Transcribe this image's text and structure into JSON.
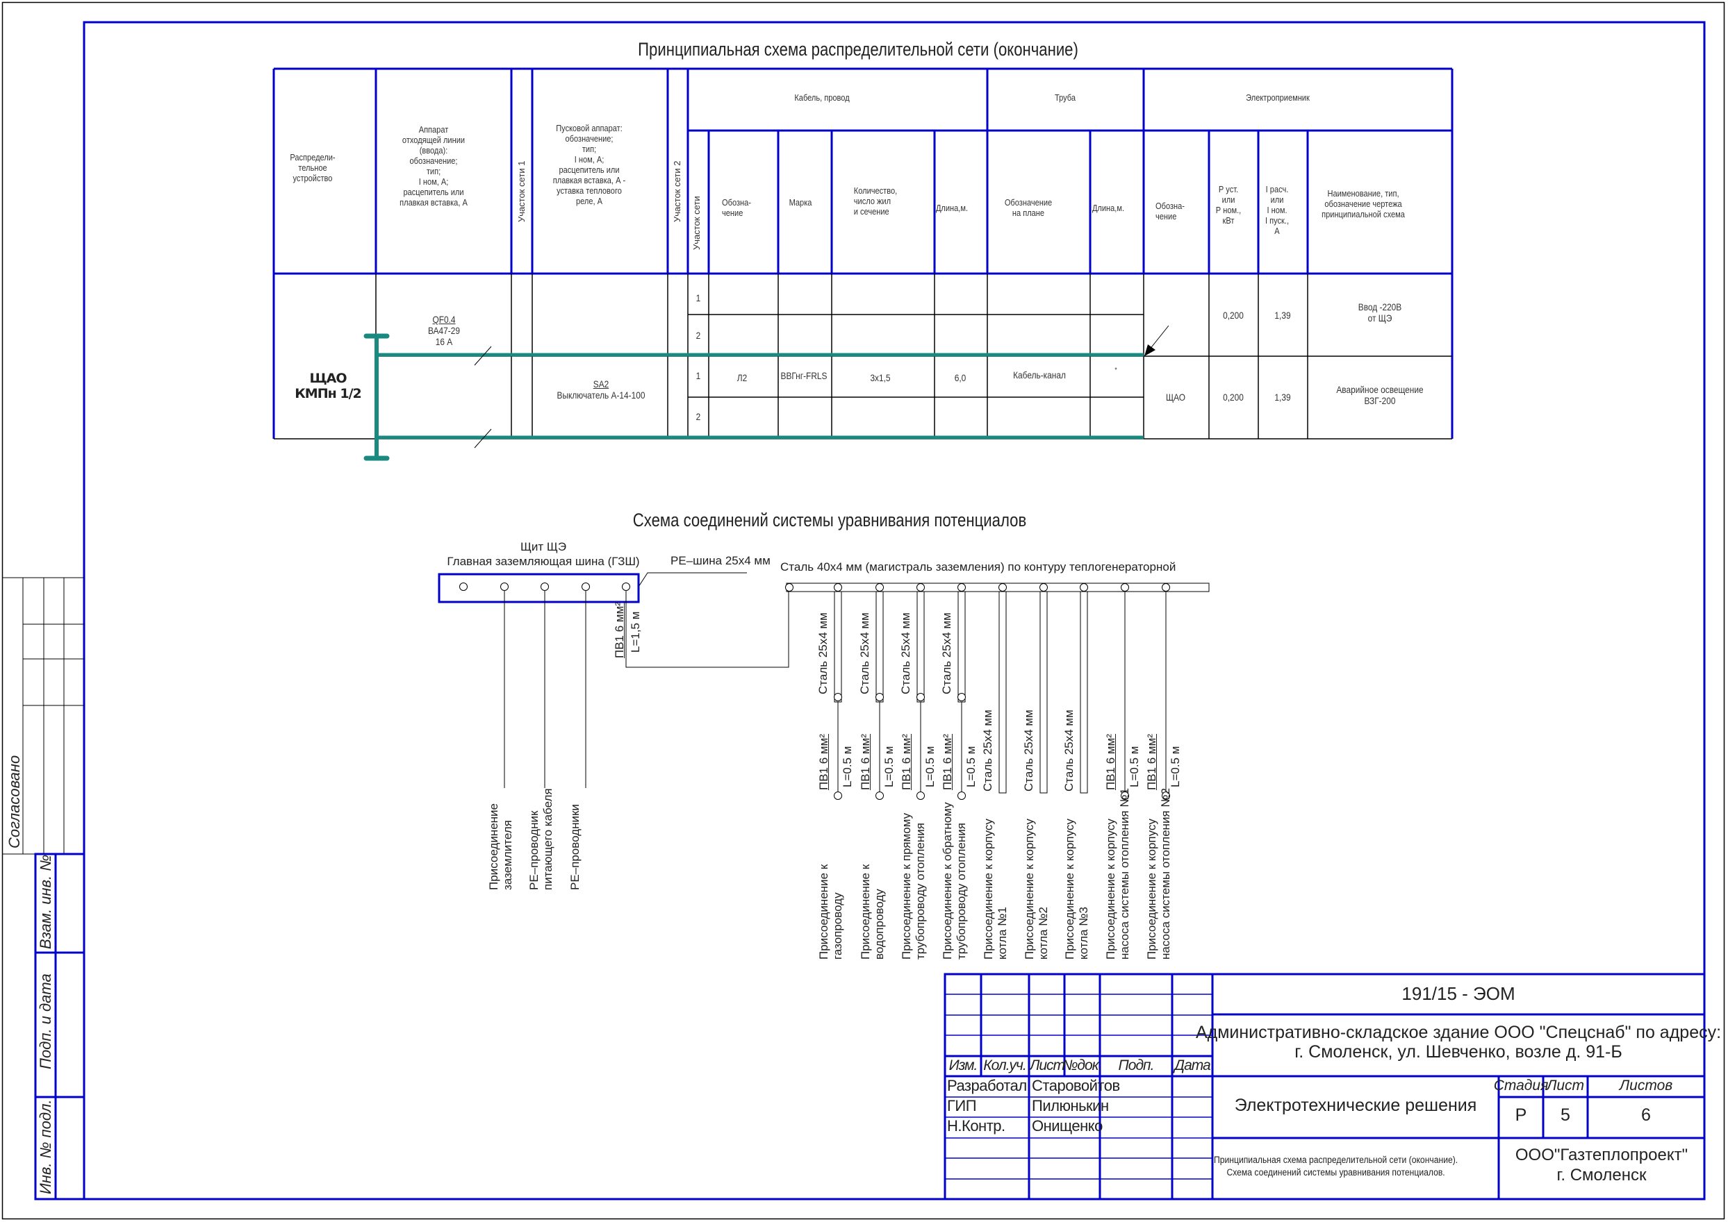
{
  "colors": {
    "frame": "#0000c8",
    "bus": "#1a8a80",
    "line": "#000000",
    "text": "#222222"
  },
  "table": {
    "title": "Принципиальная схема распределительной сети (окончание)",
    "headers": {
      "distribution_device": "Распредели-\nтельное\nустройство",
      "outgoing_apparatus": "Аппарат\nотходящей линии\n(ввода):\nобозначение;\nтип;\nI ном, А;\nрасцепитель или\nплавкая вставка, А",
      "net_section_1": "Участок сети 1",
      "starting_apparatus": "Пусковой аппарат:\nобозначение;\nтип;\nI ном, А;\nрасцепитель или\nплавкая вставка, А -\nуставка теплового\nреле, А",
      "net_section_2": "Участок сети 2",
      "cable_group": "Кабель, провод",
      "net_section": "Участок сети",
      "cable_designation": "Обозна-\nчение",
      "cable_brand": "Марка",
      "cable_cores": "Количество,\nчисло жил\nи сечение",
      "cable_length": "Длина,м.",
      "pipe_group": "Труба",
      "pipe_designation": "Обозначение\nна плане",
      "pipe_length": "Длина,м.",
      "receiver_group": "Электроприемник",
      "receiver_designation": "Обозна-\nчение",
      "receiver_power": "Р уст.\nили\nР ном.,\nкВт",
      "receiver_current": "I расч.\nили\nI ном.\nI пуск.,\nА",
      "receiver_name": "Наименование, тип,\nобозначение чертежа\nпринципиальной схема"
    },
    "panel": {
      "line1": "ЩАО",
      "line2": "КМПн 1/2"
    },
    "rows": [
      {
        "apparatus_designation": "QF0.4",
        "apparatus_type": "ВА47-29",
        "apparatus_rating": "16 А",
        "starter_designation": "",
        "starter_type": "",
        "segments": [
          {
            "section": "1",
            "cable_designation": "",
            "cable_brand": "",
            "cable_cores": "",
            "cable_length": "",
            "pipe_designation": "",
            "pipe_length": ""
          },
          {
            "section": "2",
            "cable_designation": "",
            "cable_brand": "",
            "cable_cores": "",
            "cable_length": "",
            "pipe_designation": "",
            "pipe_length": ""
          }
        ],
        "receiver_designation": "",
        "receiver_power": "0,200",
        "receiver_current": "1,39",
        "receiver_name": "Ввод -220В\nот ЩЭ"
      },
      {
        "apparatus_designation": "",
        "apparatus_type": "",
        "apparatus_rating": "",
        "starter_designation": "SA2",
        "starter_type": "Выключатель А-14-100",
        "segments": [
          {
            "section": "1",
            "cable_designation": "Л2",
            "cable_brand": "ВВГнг-FRLS",
            "cable_cores": "3х1,5",
            "cable_length": "6,0",
            "pipe_designation": "Кабель-канал",
            "pipe_length": "*"
          },
          {
            "section": "2",
            "cable_designation": "",
            "cable_brand": "",
            "cable_cores": "",
            "cable_length": "",
            "pipe_designation": "",
            "pipe_length": ""
          }
        ],
        "receiver_designation": "ЩАО",
        "receiver_power": "0,200",
        "receiver_current": "1,39",
        "receiver_name": "Аварийное освещение\nВЗГ-200"
      }
    ]
  },
  "bonding": {
    "title": "Схема соединений системы уравнивания потенциалов",
    "panel_title": "Щит  ЩЭ",
    "gzsh_label": "Главная заземляющая шина (ГЗШ)",
    "pe_bus_label": "РЕ–шина 25х4 мм",
    "main_strip_label": "Сталь 40х4 мм (магистраль заземления) по контуру теплогенераторной",
    "gzsh_wire": {
      "wire": "ПВ1 6 мм²",
      "length": "L=1,5 м"
    },
    "gzsh_outputs": [
      {
        "label": "Присоединение\nзаземлителя"
      },
      {
        "label": "РЕ–проводник\nпитающего кабеля"
      },
      {
        "label": "РЕ–проводники"
      }
    ],
    "branches": [
      {
        "strip": "Сталь 25х4 мм",
        "wire": "ПВ1 6 мм²",
        "length": "L=0.5 м",
        "label": "Присоединение к\nгазопроводу"
      },
      {
        "strip": "Сталь 25х4 мм",
        "wire": "ПВ1 6 мм²",
        "length": "L=0.5 м",
        "label": "Присоединение к\nводопроводу"
      },
      {
        "strip": "Сталь 25х4 мм",
        "wire": "ПВ1 6 мм²",
        "length": "L=0.5 м",
        "label": "Присоединение к прямому\nтрубопроводу отопления"
      },
      {
        "strip": "Сталь 25х4 мм",
        "wire": "ПВ1 6 мм²",
        "length": "L=0.5 м",
        "label": "Присоединение к обратному\nтрубопроводу отопления"
      },
      {
        "strip": "Сталь 25х4 мм",
        "wire": "",
        "length": "",
        "label": "Присоединение к корпусу\nкотла №1"
      },
      {
        "strip": "Сталь 25х4 мм",
        "wire": "",
        "length": "",
        "label": "Присоединение к корпусу\nкотла №2"
      },
      {
        "strip": "Сталь 25х4 мм",
        "wire": "",
        "length": "",
        "label": "Присоединение к корпусу\nкотла №3"
      },
      {
        "strip": "",
        "wire": "ПВ1 6 мм²",
        "length": "L=0.5 м",
        "label": "Присоединение к корпусу\nнасоса системы отопления №1"
      },
      {
        "strip": "",
        "wire": "ПВ1 6 мм²",
        "length": "L=0.5 м",
        "label": "Присоединение к корпусу\nнасоса системы отопления №2"
      }
    ]
  },
  "side_stamp": {
    "agreed": "Согласовано",
    "inv_replace": "Взам. инв. №",
    "sign_date": "Подп. и дата",
    "inv_orig": "Инв. № подл."
  },
  "title_block": {
    "code": "191/15 - ЭОМ",
    "object": "Административно-складское здание ООО \"Спецснаб\" по адресу:\nг. Смоленск, ул. Шевченко, возле д. 91-Б",
    "section": "Электротехнические решения",
    "sheet_title": "Принципиальная схема распределительной сети (окончание).\nСхема соединений системы уравнивания потенциалов.",
    "organization": "ООО\"Газтеплопроект\"\nг. Смоленск",
    "col_headers": [
      "Изм.",
      "Кол.уч.",
      "Лист",
      "№док.",
      "Подп.",
      "Дата"
    ],
    "stage_label": "Стадия",
    "sheet_label": "Лист",
    "sheets_label": "Листов",
    "stage": "Р",
    "sheet": "5",
    "sheets": "6",
    "people": [
      {
        "role": "Разработал",
        "name": "Старовойтов"
      },
      {
        "role": "ГИП",
        "name": "Пилюнькин"
      },
      {
        "role": "Н.Контр.",
        "name": "Онищенко"
      }
    ]
  }
}
